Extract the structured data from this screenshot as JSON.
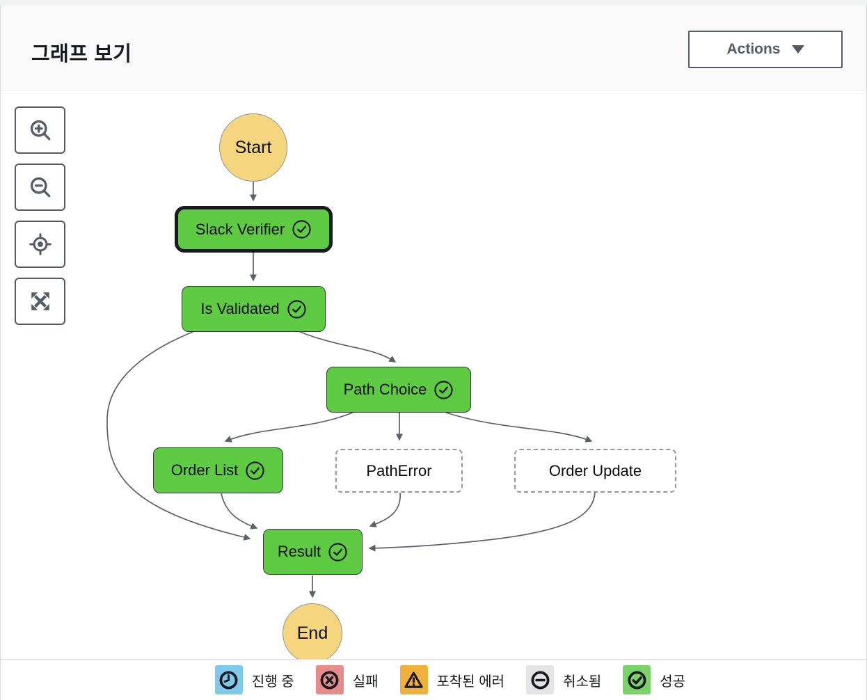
{
  "header": {
    "title": "그래프 보기",
    "actions_label": "Actions"
  },
  "toolbar": {
    "buttons": [
      {
        "name": "zoom-in"
      },
      {
        "name": "zoom-out"
      },
      {
        "name": "center-graph"
      },
      {
        "name": "fit-view"
      }
    ]
  },
  "graph": {
    "nodes": [
      {
        "id": "start",
        "label": "Start",
        "type": "terminal"
      },
      {
        "id": "slack-verifier",
        "label": "Slack Verifier",
        "type": "task",
        "status": "succeeded",
        "selected": true
      },
      {
        "id": "is-validated",
        "label": "Is Validated",
        "type": "task",
        "status": "succeeded"
      },
      {
        "id": "path-choice",
        "label": "Path Choice",
        "type": "choice",
        "status": "succeeded"
      },
      {
        "id": "order-list",
        "label": "Order List",
        "type": "task",
        "status": "succeeded"
      },
      {
        "id": "path-error",
        "label": "PathError",
        "type": "task",
        "status": "not-executed"
      },
      {
        "id": "order-update",
        "label": "Order Update",
        "type": "task",
        "status": "not-executed"
      },
      {
        "id": "result",
        "label": "Result",
        "type": "task",
        "status": "succeeded"
      },
      {
        "id": "end",
        "label": "End",
        "type": "terminal"
      }
    ],
    "edges": [
      {
        "from": "start",
        "to": "slack-verifier"
      },
      {
        "from": "slack-verifier",
        "to": "is-validated"
      },
      {
        "from": "is-validated",
        "to": "path-choice"
      },
      {
        "from": "is-validated",
        "to": "result"
      },
      {
        "from": "path-choice",
        "to": "order-list"
      },
      {
        "from": "path-choice",
        "to": "path-error"
      },
      {
        "from": "path-choice",
        "to": "order-update"
      },
      {
        "from": "order-list",
        "to": "result"
      },
      {
        "from": "path-error",
        "to": "result"
      },
      {
        "from": "order-update",
        "to": "result"
      },
      {
        "from": "result",
        "to": "end"
      }
    ]
  },
  "legend": {
    "items": [
      {
        "label": "진행 중",
        "icon": "clock-icon",
        "color": "#7dcaeb"
      },
      {
        "label": "실패",
        "icon": "x-circle-icon",
        "color": "#e88b8b"
      },
      {
        "label": "포착된 에러",
        "icon": "warning-triangle-icon",
        "color": "#f0b13b"
      },
      {
        "label": "취소됨",
        "icon": "minus-circle-icon",
        "color": "#e4e4e4"
      },
      {
        "label": "성공",
        "icon": "check-circle-icon",
        "color": "#7ad366"
      }
    ]
  },
  "colors": {
    "success_fill": "#5ecb43",
    "terminal_fill": "#f5d67e",
    "selected_border": "#16191f",
    "edge": "#5b6168",
    "accent_border": "#545b64"
  }
}
